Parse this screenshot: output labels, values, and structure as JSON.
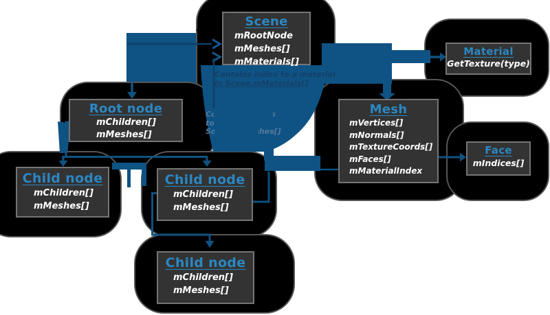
{
  "diagram": {
    "boxes": {
      "scene": {
        "title": "Scene",
        "fields": [
          "mRootNode",
          "mMeshes[]",
          "mMaterials[]"
        ]
      },
      "material": {
        "title": "Material",
        "fields": [
          "GetTexture(type)"
        ]
      },
      "root_node": {
        "title": "Root node",
        "fields": [
          "mChildren[]",
          "mMeshes[]"
        ]
      },
      "mesh": {
        "title": "Mesh",
        "fields": [
          "mVertices[]",
          "mNormals[]",
          "mTextureCoords[]",
          "mFaces[]",
          "mMaterialIndex"
        ]
      },
      "face": {
        "title": "Face",
        "fields": [
          "mIndices[]"
        ]
      },
      "child_node_left": {
        "title": "Child node",
        "fields": [
          "mChildren[]",
          "mMeshes[]"
        ]
      },
      "child_node_middle": {
        "title": "Child node",
        "fields": [
          "mChildren[]",
          "mMeshes[]"
        ]
      },
      "child_node_bottom": {
        "title": "Child node",
        "fields": [
          "mChildren[]",
          "mMeshes[]"
        ]
      }
    },
    "annotations": {
      "material_note": {
        "line1": "Contains index to a material",
        "line2": "in Scene.mMaterials[]"
      },
      "mesh_note": {
        "line1": "Contains indices",
        "line2": "to meshes in",
        "line3": "Scene.mMeshes[]"
      }
    },
    "colors": {
      "title_blue": "#2b87c2",
      "connector_blue": "#0e5384",
      "thin_arrow_blue": "#10527f",
      "note_text_navy": "#153f68",
      "note_text_faint": "#56789a",
      "box_fill": "#333333",
      "box_border": "#757575",
      "field_text": "#ffffff",
      "blob_black": "#000000"
    }
  }
}
